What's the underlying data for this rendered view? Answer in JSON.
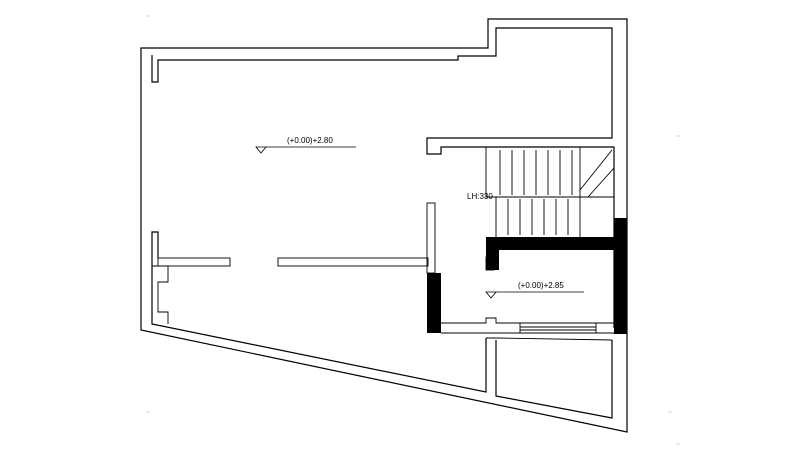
{
  "drawing": {
    "level_upper": "(+0.00)+2.80",
    "level_lower": "(+0.00)+2.85",
    "stair_label": "LH:330"
  }
}
